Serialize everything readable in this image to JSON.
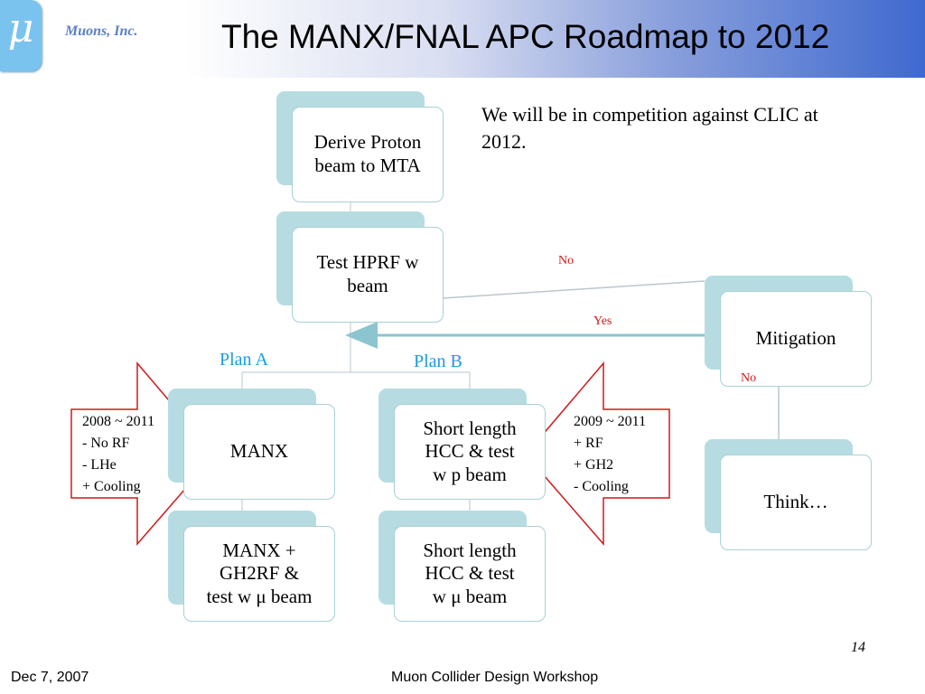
{
  "header": {
    "logo_glyph": "μ",
    "logo_text": "Muons, Inc.",
    "title": "The MANX/FNAL APC Roadmap to 2012"
  },
  "comment": "We will be in competition against CLIC at 2012.",
  "boxes": {
    "derive": "Derive Proton beam to MTA",
    "test_hprf": "Test HPRF w beam",
    "mitigation": "Mitigation",
    "think": "Think…",
    "manx": "MANX",
    "manx_gh2rf": "MANX +\nGH2RF &\ntest w μ beam",
    "short_hcc_p": "Short length\nHCC & test\nw p beam",
    "short_hcc_mu": "Short length\nHCC & test\nw μ beam"
  },
  "labels": {
    "no_top": "No",
    "yes": "Yes",
    "no_bottom": "No",
    "plan_a": "Plan A",
    "plan_b": "Plan B"
  },
  "notes": {
    "plan_a": "2008 ~ 2011\n- No RF\n- LHe\n+ Cooling",
    "plan_b": "2009 ~ 2011\n+ RF\n+ GH2\n- Cooling"
  },
  "colors": {
    "box_back": "#b6dce2",
    "box_border": "#a9d0d6",
    "arrow_red": "#d01818",
    "plan_label_blue": "#1a9be0",
    "header_accent": "#3f69cf"
  },
  "footer": {
    "date": "Dec 7, 2007",
    "title": "Muon Collider Design Workshop",
    "page": "14"
  }
}
